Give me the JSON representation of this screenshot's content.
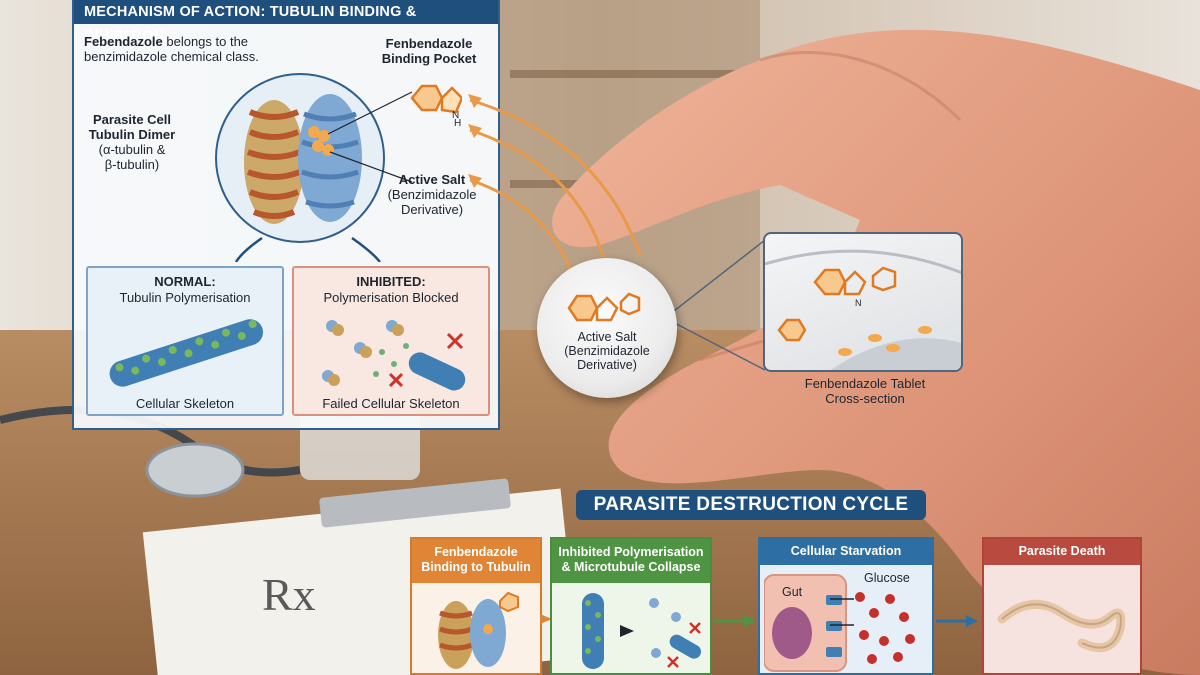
{
  "panel": {
    "title": "MECHANISM OF ACTION: TUBULIN BINDING & INHIBITION",
    "intro_bold": "Febendazole",
    "intro_rest_1": " belongs to the",
    "intro_line_2": "benzimidazole chemical class.",
    "dimer_label": [
      "Parasite Cell",
      "Tubulin Dimer",
      "(α-tubulin &",
      "β-tubulin)"
    ],
    "pocket_label": [
      "Fenbendazole",
      "Binding Pocket"
    ],
    "salt_label": [
      "Active Salt",
      "(Benzimidazole",
      "Derivative)"
    ],
    "normal": {
      "title": "NORMAL:",
      "subtitle": "Tubulin Polymerisation",
      "caption": "Cellular Skeleton"
    },
    "inhibited": {
      "title": "INHIBITED:",
      "subtitle": "Polymerisation Blocked",
      "caption": "Failed Cellular Skeleton"
    }
  },
  "tablet": {
    "label": [
      "Active Salt",
      "(Benzimidazole",
      "Derivative)"
    ],
    "cross_section_label": [
      "Fenbendazole Tablet",
      "Cross-section"
    ]
  },
  "cycle": {
    "title": "PARASITE DESTRUCTION CYCLE",
    "stages": [
      {
        "label": [
          "Fenbendazole",
          "Binding to Tubulin"
        ],
        "color": "#e08536"
      },
      {
        "label": [
          "Inhibited Polymerisation",
          "& Microtubule Collapse"
        ],
        "color": "#4f9442"
      },
      {
        "label": [
          "Cellular Starvation"
        ],
        "color": "#2e6fa3",
        "labels": {
          "gut": "Gut",
          "glucose": "Glucose"
        }
      },
      {
        "label": [
          "Parasite Death"
        ],
        "color": "#b84a40"
      }
    ]
  },
  "background": {
    "prescription_symbol": "Rx"
  }
}
